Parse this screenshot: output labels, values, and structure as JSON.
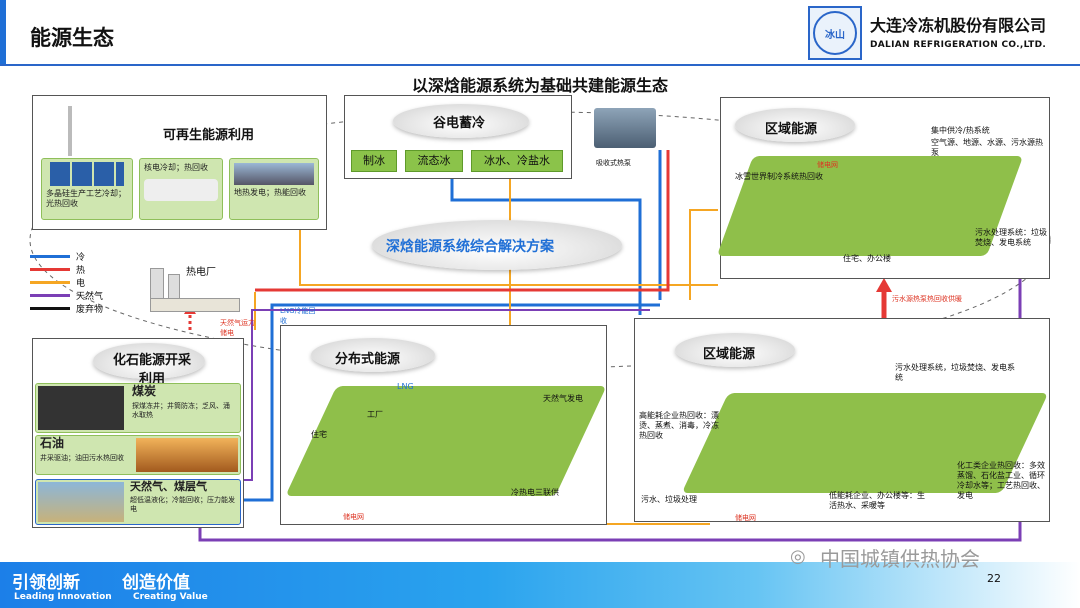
{
  "header": {
    "title": "能源生态",
    "company_cn": "大连冷冻机股份有限公司",
    "company_en": "DALIAN REFRIGERATION CO.,LTD.",
    "logo_text": "冰山"
  },
  "main_title": "以深焓能源系统为基础共建能源生态",
  "center_label": "深焓能源系统综合解决方案",
  "renewable": {
    "title": "可再生能源利用",
    "box1": "多晶硅生产工艺冷却；光热回收",
    "box2": "核电冷却；热回收",
    "box3": "地热发电；热能回收"
  },
  "valley": {
    "title": "谷电蓄冷",
    "buttons": [
      "制冰",
      "流态冰",
      "冰水、冷盐水"
    ],
    "chiller": "吸收式热泵"
  },
  "district_top": {
    "title": "区域能源",
    "l1": "集中供冷/热系统",
    "l2": "空气源、地源、水源、污水源热泵",
    "l3": "冰雪世界制冷系统热回收",
    "l4": "污水处理系统：垃圾焚烧、发电系统",
    "l5": "住宅、办公楼",
    "grid": "储电网"
  },
  "legend": [
    {
      "label": "冷",
      "color": "#1f6fd6"
    },
    {
      "label": "热",
      "color": "#e53935"
    },
    {
      "label": "电",
      "color": "#f5a623"
    },
    {
      "label": "天然气",
      "color": "#7b3fb5"
    },
    {
      "label": "废弃物",
      "color": "#111111"
    }
  ],
  "thermal": {
    "label": "热电厂",
    "gas": "天然气运力储电",
    "lng": "LNG冷能回收"
  },
  "fossil": {
    "title": "化石能源开采利用",
    "coal": "煤炭",
    "coal_sub": "探煤冻井；井筒防冻；乏风、涌水取热",
    "oil": "石油",
    "oil_sub": "井采驱油；油田污水热回收",
    "gas": "天然气、煤层气",
    "gas_sub": "超低温液化；冷能回收；压力能发电"
  },
  "distributed": {
    "title": "分布式能源",
    "lng": "LNG",
    "factory": "工厂",
    "house": "住宅",
    "gas_power": "天然气发电",
    "tri": "冷热电三联供",
    "grid": "储电网"
  },
  "district_bottom": {
    "title": "区域能源",
    "l1": "污水处理系统，垃圾焚烧、发电系统",
    "l2": "高能耗企业热回收：漂烫、蒸煮、消毒，冷冻热回收",
    "l3": "化工类企业热回收：多效蒸馏、石化盐工业、循环冷却水等；工艺热回收、发电",
    "l4": "低能耗企业、办公楼等：生活热水、采暖等",
    "l5": "污水、垃圾处理",
    "l6": "污水源热泵热回收供暖",
    "grid": "储电网"
  },
  "footer": {
    "slogan1": "引领创新",
    "slogan2": "创造价值",
    "en1": "Leading Innovation",
    "en2": "Creating Value",
    "watermark": "中国城镇供热协会",
    "page": "22"
  }
}
